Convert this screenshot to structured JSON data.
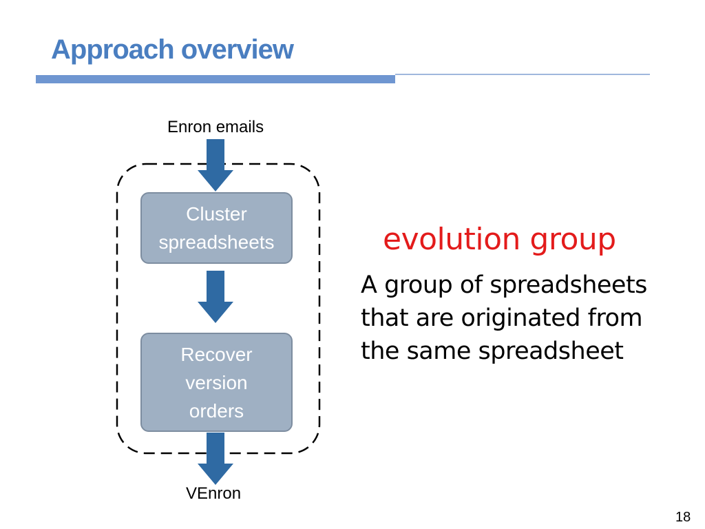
{
  "slide": {
    "title": "Approach overview",
    "page_number": "18"
  },
  "flow": {
    "input_label": "Enron emails",
    "steps": [
      {
        "label": "Cluster\nspreadsheets"
      },
      {
        "label": "Recover\nversion\norders"
      }
    ],
    "output_label": "VEnron"
  },
  "definition": {
    "term": "evolution group",
    "text": "A group of spreadsheets\nthat are originated from\nthe same spreadsheet"
  },
  "colors": {
    "title": "#4a7ec0",
    "arrow": "#2f6aa3",
    "step_fill": "#9fb0c3",
    "term": "#e31b1b"
  }
}
